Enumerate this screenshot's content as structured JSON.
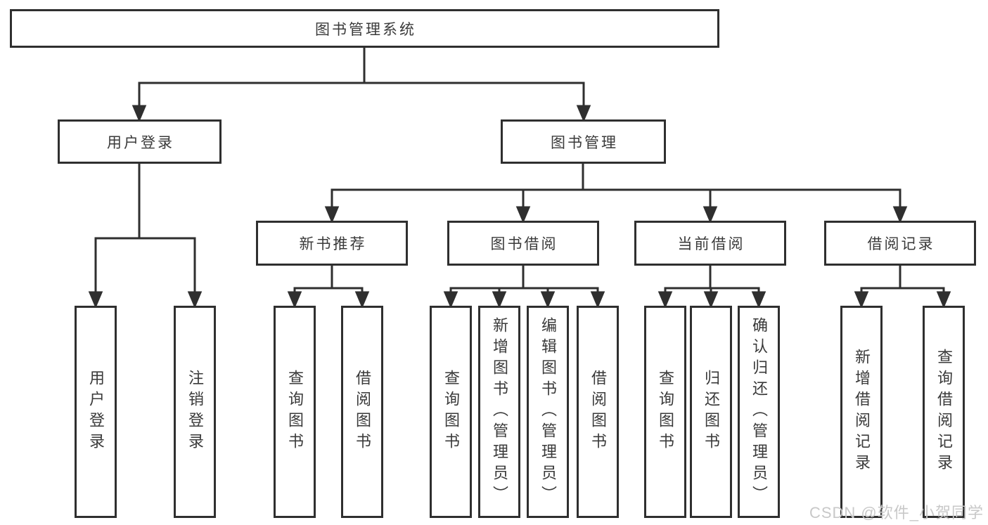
{
  "nodes": {
    "root": "图书管理系统",
    "user_login": "用户登录",
    "book_management": "图书管理",
    "new_book_recommendation": "新书推荐",
    "book_borrowing": "图书借阅",
    "current_borrowing": "当前借阅",
    "borrowing_records": "借阅记录"
  },
  "leaves": {
    "user_login": [
      "用户登录",
      "注销登录"
    ],
    "new_book_recommendation": [
      "查询图书",
      "借阅图书"
    ],
    "book_borrowing": [
      "查询图书",
      "新增图书（管理员）",
      "编辑图书（管理员）",
      "借阅图书"
    ],
    "current_borrowing": [
      "查询图书",
      "归还图书",
      "确认归还（管理员）"
    ],
    "borrowing_records": [
      "新增借阅记录",
      "查询借阅记录"
    ]
  },
  "watermark": "CSDN @软件_小贺同学",
  "colors": {
    "line": "#2f2f2f",
    "box_border": "#2f2f2f",
    "text": "#3a3a3a",
    "box_background": "#ffffff",
    "page_background": "#ffffff",
    "watermark": "#c8c8c8"
  }
}
